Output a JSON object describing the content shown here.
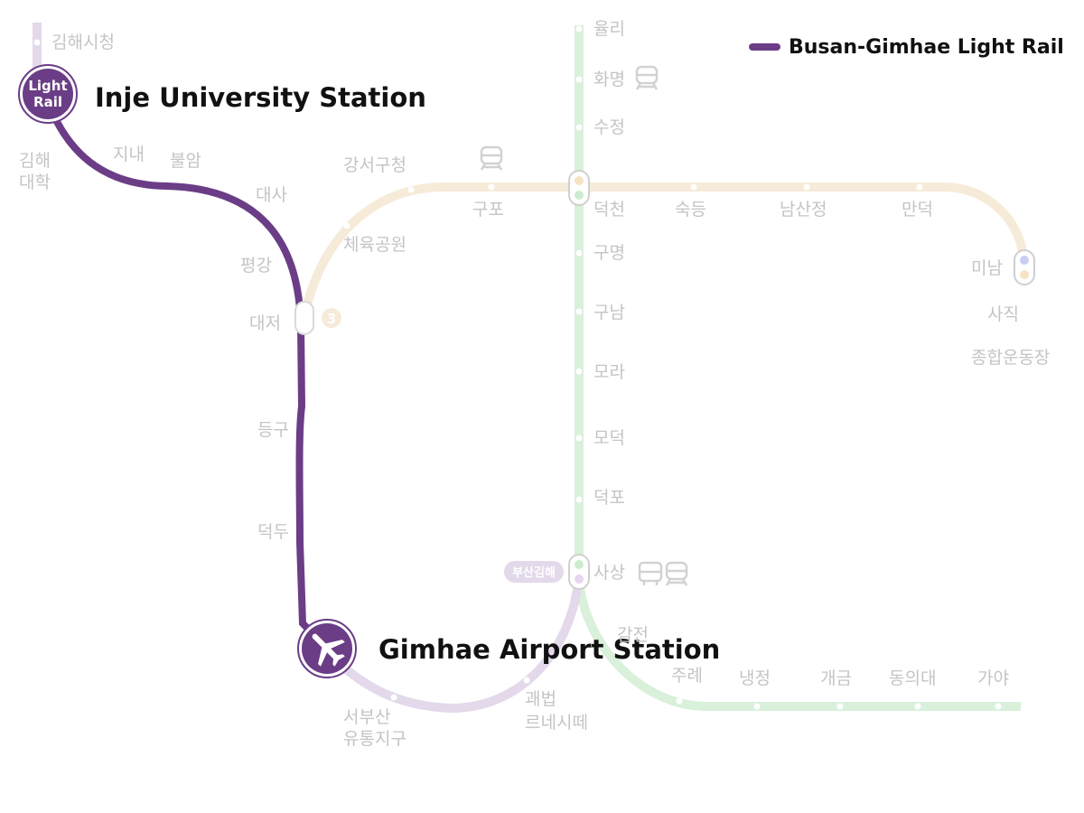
{
  "legend": {
    "label": "Busan-Gimhae Light Rail",
    "color": "#6b3d86"
  },
  "colors": {
    "light_rail": "#6b3d86",
    "light_rail_faint": "#e3d9eb",
    "line2_faint": "#d9f0da",
    "line3_faint": "#f6ebd9",
    "station_dot": "#ffffff"
  },
  "highlight_stations": {
    "inje": {
      "name": "Inje University Station",
      "badge_line1": "Light",
      "badge_line2": "Rail"
    },
    "airport": {
      "name": "Gimhae Airport Station",
      "icon": "airplane-icon"
    }
  },
  "light_rail_stations": [
    "김해시청",
    "김해대학",
    "지내",
    "불암",
    "대사",
    "평강",
    "대저",
    "등구",
    "덕두",
    "서부산유통지구",
    "괘법르네시떼",
    "사상"
  ],
  "line2_stations": [
    "율리",
    "화명",
    "수정",
    "덕천",
    "구명",
    "구남",
    "모라",
    "모덕",
    "덕포",
    "사상",
    "감전",
    "주례",
    "냉정",
    "개금",
    "동의대",
    "가야"
  ],
  "line3_stations": [
    "강서구청",
    "체육공원",
    "구포",
    "덕천",
    "숙등",
    "남산정",
    "만덕",
    "미남",
    "사직",
    "종합운동장"
  ],
  "labels": {
    "gimhae_cityhall": "김해시청",
    "gimhae_univ_1": "김해",
    "gimhae_univ_2": "대학",
    "jinae": "지내",
    "buram": "불암",
    "daesa": "대사",
    "pyeonggang": "평강",
    "daejeo": "대저",
    "line3_number": "3",
    "deunggu": "등구",
    "deokdu": "덕두",
    "seobusan_1": "서부산",
    "seobusan_2": "유통지구",
    "gwaebeop_1": "괘법",
    "gwaebeop_2": "르네시떼",
    "busan_gimhae_badge": "부산김해",
    "yulli": "율리",
    "hwamyeong": "화명",
    "sujeong": "수정",
    "deokcheon": "덕천",
    "gumyeong": "구명",
    "gunam": "구남",
    "mora": "모라",
    "modeok": "모덕",
    "deokpo": "덕포",
    "sasang": "사상",
    "gamjeon": "감전",
    "jurye": "주례",
    "naengjeong": "냉정",
    "gaegeum": "개금",
    "dongeui": "동의대",
    "gaya": "가야",
    "gangseo": "강서구청",
    "sports_park": "체육공원",
    "gupo": "구포",
    "sukdeung": "숙등",
    "namsanjeong": "남산정",
    "mandeok": "만덕",
    "minam": "미남",
    "sajik": "사직",
    "stadium": "종합운동장"
  }
}
